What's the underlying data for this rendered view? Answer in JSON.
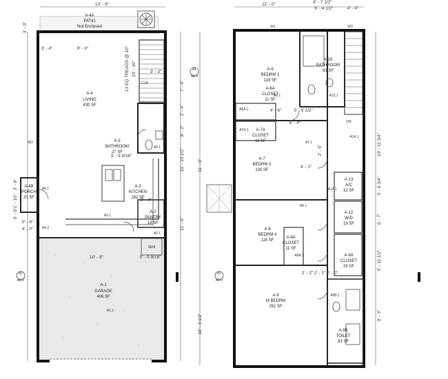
{
  "rooms": [
    {
      "id": "A-4A",
      "lines": [
        "PATIO",
        "Not Enclosed"
      ]
    },
    {
      "id": "A-4",
      "lines": [
        "LIVING",
        "430 SF"
      ]
    },
    {
      "id": "A-5",
      "lines": [
        "BATHROOM",
        "27 SF"
      ]
    },
    {
      "id": "A-3",
      "lines": [
        "KITCHEN",
        "182 SF"
      ]
    },
    {
      "id": "A-2",
      "lines": [
        "PANTRY",
        "18 SF"
      ]
    },
    {
      "id": "A-1",
      "lines": [
        "GARAGE",
        "406 SF"
      ]
    },
    {
      "id": "A-4B",
      "lines": [
        "PORCH",
        "20 SF"
      ]
    },
    {
      "id": "A-6",
      "lines": [
        "BEDRM 2",
        "119 SF"
      ]
    },
    {
      "id": "A-6A",
      "lines": [
        "CLOSET",
        "11 SF"
      ]
    },
    {
      "id": "A-15",
      "lines": [
        "BATHROOM",
        "63 SF"
      ]
    },
    {
      "id": "A-7A",
      "lines": [
        "CLOSET",
        "11 SF"
      ]
    },
    {
      "id": "A-7",
      "lines": [
        "BEDRM 3",
        "130 SF"
      ]
    },
    {
      "id": "A-13",
      "lines": [
        "A/C",
        "12 SF"
      ]
    },
    {
      "id": "A-12",
      "lines": [
        "W/D",
        "19 SF"
      ]
    },
    {
      "id": "A-8",
      "lines": [
        "BEDRM 4",
        "116 SF"
      ]
    },
    {
      "id": "A-8A",
      "lines": [
        "CLOSET",
        "11 SF"
      ]
    },
    {
      "id": "A-9A",
      "lines": [
        "CLOSET",
        "29 SF"
      ]
    },
    {
      "id": "A-9",
      "lines": [
        "M BEDRM",
        "251 SF"
      ]
    },
    {
      "id": "A-9B",
      "lines": [
        "TOILET",
        "63 SF"
      ]
    }
  ],
  "stair_note": "13 EQ TREADS @ 10\"",
  "dims": {
    "left_top": "13' - 6\"",
    "right_top": "11' - 0\"",
    "right_top_a": "6' - 7 1/2\"",
    "right_top_b": "4' - 4\"",
    "right_top_c": "5' - 4 1/2\"",
    "l_3_0": "3' - 0\"",
    "l_3_4": "3' - 4\"",
    "l_9_0": "9' - 0\"",
    "l_10_10": "10' - 10\"",
    "l_3_3": "3' - 3\"",
    "l_1_10": "1' - 10\"",
    "l_3_6": "3' - 6\"",
    "l_5_6": "5' - 6\"",
    "l_0_8": "0' - 8\"",
    "l_4_0": "4' - 0\"",
    "l_10_8": "10' - 8\"",
    "l_3_9": "3' - 9 9/16\"",
    "l_5_0": "5' - 0 9/16\"",
    "l_2_4": "2' - 4\"",
    "m_7_9": "7' - 9\"",
    "m_2_4": "2' - 4\"",
    "m_8_2": "8' - 2\"",
    "m_10_12": "10' - 10 1/2\"",
    "m_11_0": "11' - 0\"",
    "m_11_0b": "11' - 0\"",
    "m_18_4": "18' - 4 1/2\"",
    "r_4_6": "4' - 6\"",
    "r_5_6": "5' - 6 1/2\"",
    "r_6_4": "6' - 4\"",
    "r_2_5": "2' - 5\"",
    "r_4_1": "4' - 1\"",
    "r_2_2": "2' - 2\"",
    "r_2_1": "2' - 1\"",
    "r_2_0": "2' - 0\"",
    "r_10_11": "10' - 11 3/4\"",
    "r_3_9": "3' - 9 3/4\"",
    "r_6_7": "6' - 7\"",
    "r_5_11": "5' - 11 1/2\"",
    "r_9_3": "9' - 3\""
  },
  "tags": {
    "section_a1": "A1",
    "section_a8": "A8.0",
    "section_a85": "A8.5",
    "sem": "SEM",
    "dn": "DN",
    "clr": "CLR",
    "a61": "A6.1",
    "a81": "A8.1",
    "a131": "A13.1",
    "a141": "A14.1",
    "a151": "A15.1",
    "a71": "A7.1",
    "a7a1": "A7A.1",
    "a6a1": "A6A.1",
    "a8a1": "A8A.1",
    "a9b1": "A9B.1",
    "a41": "A4.1",
    "a42": "A4.2",
    "a31": "A3.1",
    "a51": "A5.1",
    "a21": "A2.1",
    "a11": "A1.1",
    "w1": "W1",
    "w2": "W2",
    "w3": "W3"
  }
}
